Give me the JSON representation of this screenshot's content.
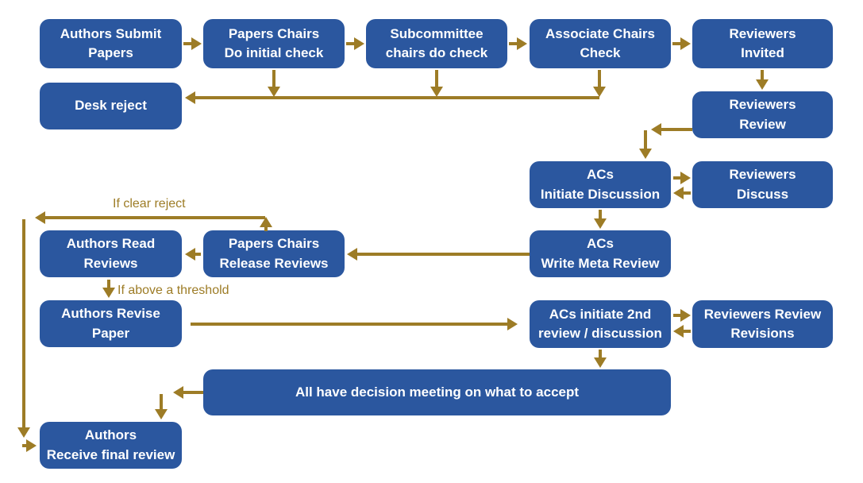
{
  "colors": {
    "box_fill": "#2b579f",
    "box_text": "#ffffff",
    "arrow": "#9d7c26",
    "background": "#ffffff"
  },
  "nodes": [
    {
      "id": "authors-submit-papers",
      "label": "Authors Submit\nPapers"
    },
    {
      "id": "papers-chairs-initial-check",
      "label": "Papers Chairs\nDo initial check"
    },
    {
      "id": "subcommittee-chairs-check",
      "label": "Subcommittee\nchairs do check"
    },
    {
      "id": "associate-chairs-check",
      "label": "Associate Chairs\nCheck"
    },
    {
      "id": "reviewers-invited",
      "label": "Reviewers\nInvited"
    },
    {
      "id": "desk-reject",
      "label": "Desk reject"
    },
    {
      "id": "reviewers-review",
      "label": "Reviewers\nReview"
    },
    {
      "id": "acs-initiate-discussion",
      "label": "ACs\nInitiate Discussion"
    },
    {
      "id": "reviewers-discuss",
      "label": "Reviewers\nDiscuss"
    },
    {
      "id": "acs-write-meta-review",
      "label": "ACs\nWrite Meta Review"
    },
    {
      "id": "papers-chairs-release-reviews",
      "label": "Papers Chairs\nRelease Reviews"
    },
    {
      "id": "authors-read-reviews",
      "label": "Authors Read\nReviews"
    },
    {
      "id": "authors-revise-paper",
      "label": "Authors Revise\nPaper"
    },
    {
      "id": "acs-initiate-2nd-review",
      "label": "ACs initiate 2nd\nreview / discussion"
    },
    {
      "id": "reviewers-review-revisions",
      "label": "Reviewers Review\nRevisions"
    },
    {
      "id": "decision-meeting",
      "label": "All have decision meeting on what to accept"
    },
    {
      "id": "authors-receive-final-review",
      "label": "Authors\nReceive final review"
    }
  ],
  "edge_labels": {
    "clear_reject": "If clear reject",
    "above_threshold": "If above a threshold"
  },
  "edges": [
    {
      "from": "authors-submit-papers",
      "to": "papers-chairs-initial-check"
    },
    {
      "from": "papers-chairs-initial-check",
      "to": "subcommittee-chairs-check"
    },
    {
      "from": "subcommittee-chairs-check",
      "to": "associate-chairs-check"
    },
    {
      "from": "associate-chairs-check",
      "to": "reviewers-invited"
    },
    {
      "from": "papers-chairs-initial-check",
      "to": "desk-reject"
    },
    {
      "from": "subcommittee-chairs-check",
      "to": "desk-reject"
    },
    {
      "from": "associate-chairs-check",
      "to": "desk-reject"
    },
    {
      "from": "reviewers-invited",
      "to": "reviewers-review"
    },
    {
      "from": "reviewers-review",
      "to": "acs-initiate-discussion"
    },
    {
      "from": "acs-initiate-discussion",
      "to": "reviewers-discuss",
      "bidirectional": true
    },
    {
      "from": "acs-initiate-discussion",
      "to": "acs-write-meta-review"
    },
    {
      "from": "acs-write-meta-review",
      "to": "papers-chairs-release-reviews"
    },
    {
      "from": "papers-chairs-release-reviews",
      "to": "authors-read-reviews"
    },
    {
      "from": "papers-chairs-release-reviews",
      "to": "authors-receive-final-review",
      "label": "If clear reject"
    },
    {
      "from": "authors-read-reviews",
      "to": "authors-revise-paper",
      "label": "If above a threshold"
    },
    {
      "from": "authors-revise-paper",
      "to": "acs-initiate-2nd-review"
    },
    {
      "from": "acs-initiate-2nd-review",
      "to": "reviewers-review-revisions",
      "bidirectional": true
    },
    {
      "from": "acs-initiate-2nd-review",
      "to": "decision-meeting"
    },
    {
      "from": "decision-meeting",
      "to": "authors-receive-final-review"
    }
  ]
}
